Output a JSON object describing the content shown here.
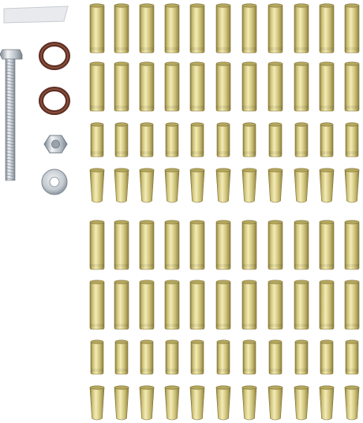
{
  "image": {
    "background": "#ffffff",
    "colors": {
      "brass_light": "#f3ecb6",
      "brass_mid": "#cfc27a",
      "brass_dark": "#8f8240",
      "steel_light": "#f2f4f7",
      "steel_mid": "#b9c0c8",
      "steel_dark": "#7b848e",
      "oring": "#6e3a2c",
      "strip": "#e8eaee"
    },
    "parts": [
      {
        "kind": "strip"
      },
      {
        "kind": "bolt"
      },
      {
        "kind": "o-ring"
      },
      {
        "kind": "o-ring"
      },
      {
        "kind": "hex-nut"
      },
      {
        "kind": "washer"
      }
    ],
    "sleeve_grid": {
      "columns": 11,
      "rows": [
        {
          "kind": "long-sleeve",
          "count": 11
        },
        {
          "kind": "long-sleeve",
          "count": 11
        },
        {
          "kind": "short-sleeve",
          "count": 11
        },
        {
          "kind": "tapered-sleeve",
          "count": 11
        },
        {
          "kind": "long-sleeve",
          "count": 11
        },
        {
          "kind": "long-sleeve",
          "count": 11
        },
        {
          "kind": "short-sleeve",
          "count": 11
        },
        {
          "kind": "tapered-sleeve",
          "count": 11
        }
      ]
    }
  }
}
